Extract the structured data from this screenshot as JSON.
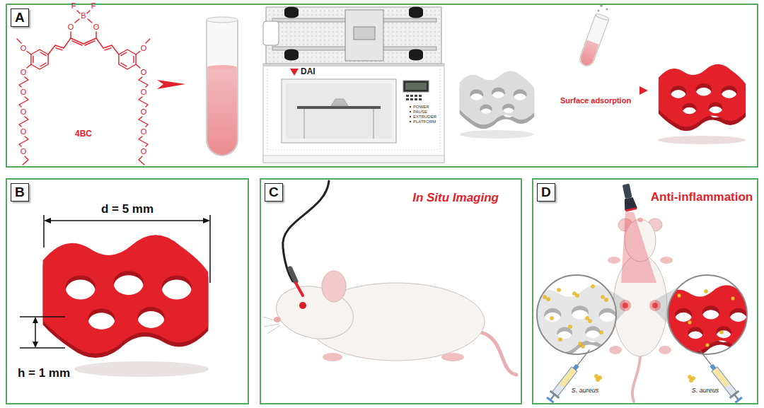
{
  "diagram": {
    "nodes": [
      {
        "text": [
          "A"
        ]
      },
      {
        "text": [
          "B"
        ]
      },
      {
        "text": [
          "C",
          "In Situ Imaging"
        ]
      },
      {
        "text": [
          "D",
          "Anti-inflammation"
        ]
      }
    ],
    "labels": [
      "F",
      "F",
      "B",
      "O",
      "O",
      "O",
      "O",
      "O",
      "O",
      "O",
      "O",
      "O",
      "O",
      "O",
      "O",
      "O",
      "O",
      "4BC",
      "DAI",
      "POWER",
      "PAUSE",
      "EXTRUDER",
      "PLATFORM",
      "Surface adsorption",
      "d = 5 mm",
      "h = 1 mm",
      "S. aureus",
      "S. aureus"
    ]
  }
}
